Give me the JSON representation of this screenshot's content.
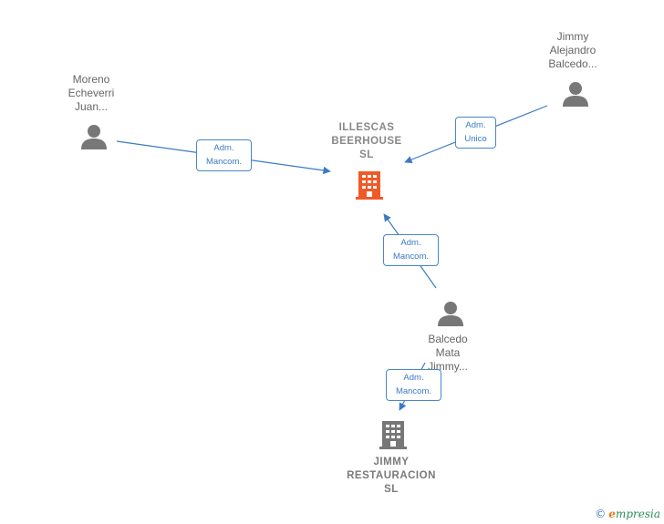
{
  "nodes": {
    "main_company": {
      "lines": [
        "ILLESCAS",
        "BEERHOUSE",
        "SL"
      ],
      "icon": "building-icon",
      "color": "#f05a28"
    },
    "person_moreno": {
      "lines": [
        "Moreno",
        "Echeverri",
        "Juan..."
      ],
      "icon": "person-icon",
      "color": "#777777"
    },
    "person_jimmy": {
      "lines": [
        "Jimmy",
        "Alejandro",
        "Balcedo..."
      ],
      "icon": "person-icon",
      "color": "#777777"
    },
    "person_balcedo": {
      "lines": [
        "Balcedo",
        "Mata",
        "Jimmy..."
      ],
      "icon": "person-icon",
      "color": "#777777"
    },
    "company_jimmy": {
      "lines": [
        "JIMMY",
        "RESTAURACION",
        "SL"
      ],
      "icon": "building-icon",
      "color": "#777777"
    }
  },
  "edges": {
    "moreno_to_main": {
      "lines": [
        "Adm.",
        "Mancom."
      ]
    },
    "jimmy_to_main": {
      "lines": [
        "Adm.",
        "Unico"
      ]
    },
    "balcedo_to_main": {
      "lines": [
        "Adm.",
        "Mancom."
      ]
    },
    "balcedo_to_jimmy_company": {
      "lines": [
        "Adm.",
        "Mancom."
      ]
    }
  },
  "colors": {
    "edge": "#3b7bc2",
    "edge_label_border": "#4a86c8"
  },
  "watermark": {
    "copyright": "©",
    "brand_first": "e",
    "brand_rest": "mpresia"
  }
}
